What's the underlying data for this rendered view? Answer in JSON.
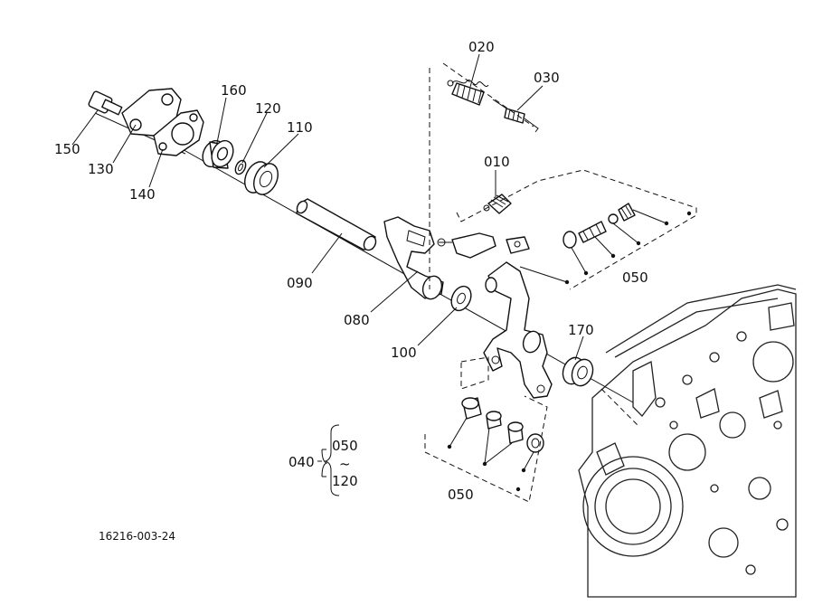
{
  "diagram_id": "16216-003-24",
  "labels": {
    "p010": "010",
    "p020": "020",
    "p030": "030",
    "p050a": "050",
    "p050b": "050",
    "p080": "080",
    "p090": "090",
    "p100": "100",
    "p110": "110",
    "p120": "120",
    "p130": "130",
    "p140": "140",
    "p150": "150",
    "p160": "160",
    "p170": "170"
  },
  "range_note": {
    "assembly": "040",
    "from": "050",
    "tilde": "~",
    "to": "120"
  }
}
